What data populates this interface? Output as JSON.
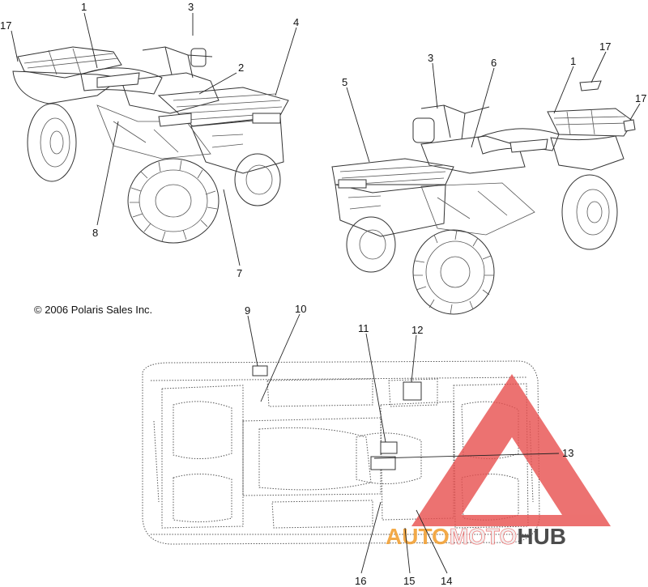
{
  "copyright": "© 2006 Polaris Sales Inc.",
  "watermark": {
    "parts": [
      "AUTO",
      "MOTO",
      "HUB"
    ],
    "colors": {
      "auto": "#f2a33a",
      "moto": "#f1ecec",
      "hub": "#3d3d3d",
      "triangle": "#e8504f"
    }
  },
  "callouts": {
    "left_vehicle": [
      "1",
      "3",
      "17",
      "4",
      "2",
      "8",
      "7"
    ],
    "right_vehicle": [
      "3",
      "6",
      "1",
      "17",
      "5",
      "17"
    ],
    "underside": [
      "9",
      "10",
      "11",
      "12",
      "13",
      "16",
      "15",
      "14"
    ]
  }
}
